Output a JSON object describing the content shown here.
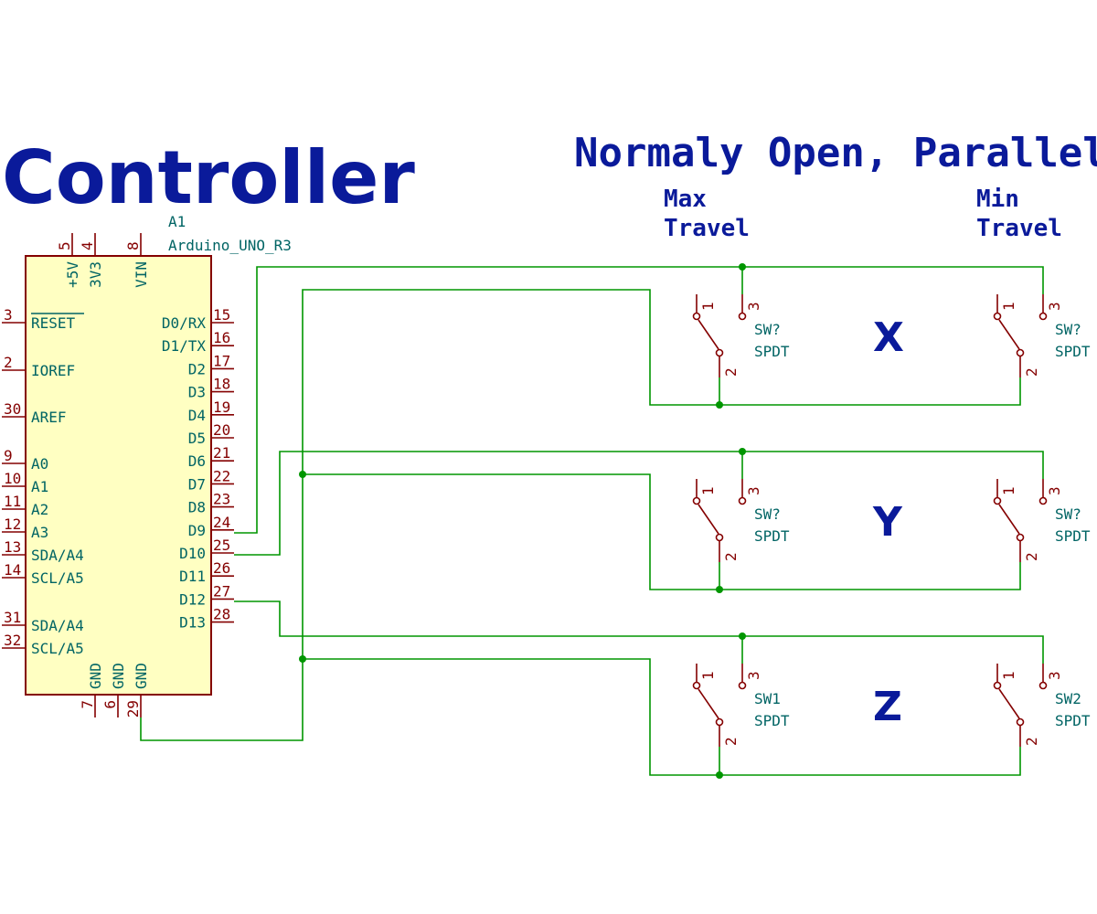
{
  "title": "Controller",
  "heading": "Normaly Open, Parallel",
  "columns": {
    "max_line1": "Max",
    "max_line2": "Travel",
    "min_line1": "Min",
    "min_line2": "Travel"
  },
  "arduino": {
    "ref": "A1",
    "value": "Arduino_UNO_R3",
    "top_pins": [
      {
        "num": "5",
        "name": "+5V"
      },
      {
        "num": "4",
        "name": "3V3"
      },
      {
        "num": "8",
        "name": "VIN"
      }
    ],
    "left_pins": [
      {
        "num": "3",
        "name": "RESET"
      },
      {
        "num": "2",
        "name": "IOREF"
      },
      {
        "num": "30",
        "name": "AREF"
      },
      {
        "num": "9",
        "name": "A0"
      },
      {
        "num": "10",
        "name": "A1"
      },
      {
        "num": "11",
        "name": "A2"
      },
      {
        "num": "12",
        "name": "A3"
      },
      {
        "num": "13",
        "name": "SDA/A4"
      },
      {
        "num": "14",
        "name": "SCL/A5"
      },
      {
        "num": "31",
        "name": "SDA/A4"
      },
      {
        "num": "32",
        "name": "SCL/A5"
      }
    ],
    "right_pins": [
      {
        "num": "15",
        "name": "D0/RX"
      },
      {
        "num": "16",
        "name": "D1/TX"
      },
      {
        "num": "17",
        "name": "D2"
      },
      {
        "num": "18",
        "name": "D3"
      },
      {
        "num": "19",
        "name": "D4"
      },
      {
        "num": "20",
        "name": "D5"
      },
      {
        "num": "21",
        "name": "D6"
      },
      {
        "num": "22",
        "name": "D7"
      },
      {
        "num": "23",
        "name": "D8"
      },
      {
        "num": "24",
        "name": "D9"
      },
      {
        "num": "25",
        "name": "D10"
      },
      {
        "num": "26",
        "name": "D11"
      },
      {
        "num": "27",
        "name": "D12"
      },
      {
        "num": "28",
        "name": "D13"
      }
    ],
    "bottom_pins": [
      {
        "num": "7",
        "name": "GND"
      },
      {
        "num": "6",
        "name": "GND"
      },
      {
        "num": "29",
        "name": "GND"
      }
    ]
  },
  "axes": [
    {
      "label": "X",
      "left_ref": "SW?",
      "left_val": "SPDT",
      "right_ref": "SW?",
      "right_val": "SPDT"
    },
    {
      "label": "Y",
      "left_ref": "SW?",
      "left_val": "SPDT",
      "right_ref": "SW?",
      "right_val": "SPDT"
    },
    {
      "label": "Z",
      "left_ref": "SW1",
      "left_val": "SPDT",
      "right_ref": "SW2",
      "right_val": "SPDT"
    }
  ],
  "switch_pins": {
    "p1": "1",
    "p2": "2",
    "p3": "3"
  },
  "colors": {
    "wire": "#009600",
    "pin": "#840000",
    "text_blue": "#0a1a9a",
    "text_teal": "#006464",
    "body_fill": "#ffffc2"
  }
}
